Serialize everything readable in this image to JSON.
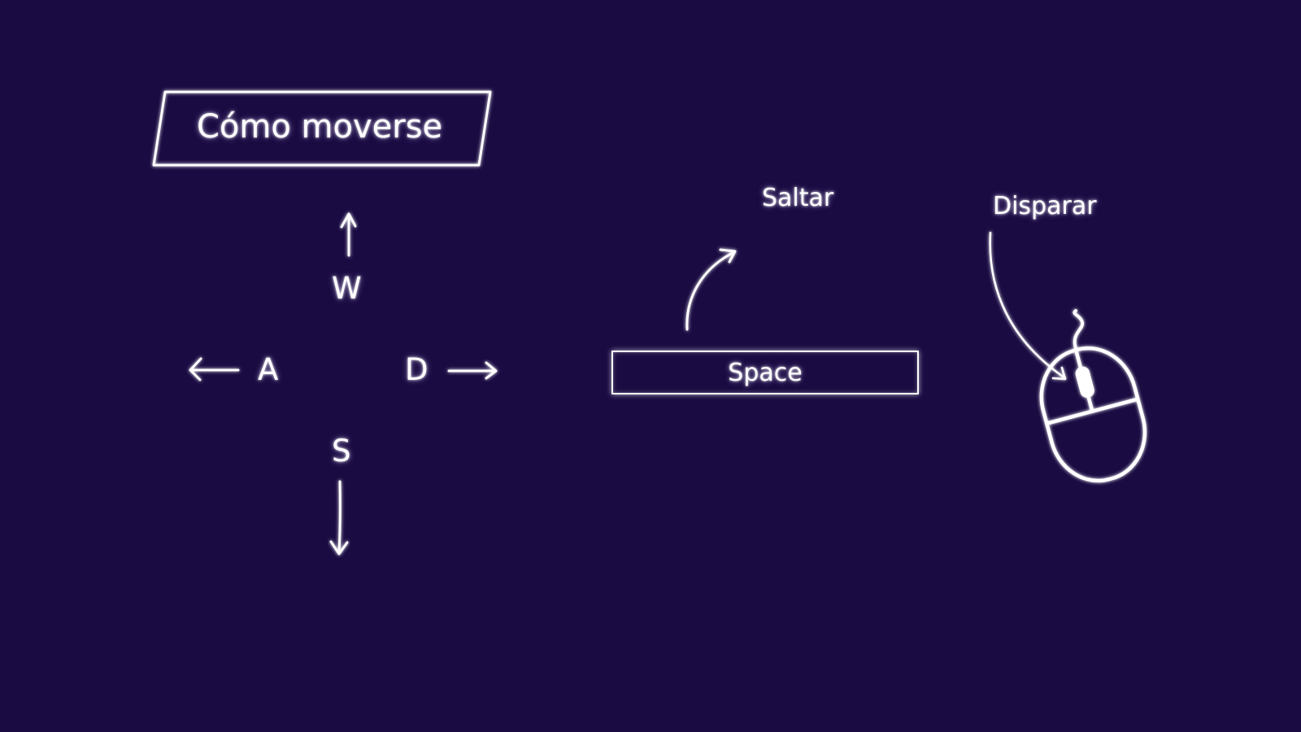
{
  "title": "Cómo moverse",
  "movement": {
    "up_key": "W",
    "left_key": "A",
    "right_key": "D",
    "down_key": "S"
  },
  "jump": {
    "label": "Saltar",
    "key": "Space"
  },
  "shoot": {
    "label": "Disparar"
  },
  "colors": {
    "background": "#1a0b42",
    "foreground": "#ffffff"
  },
  "icons": [
    "arrow-up-icon",
    "arrow-left-icon",
    "arrow-right-icon",
    "arrow-down-icon",
    "curved-arrow-icon",
    "mouse-icon"
  ]
}
